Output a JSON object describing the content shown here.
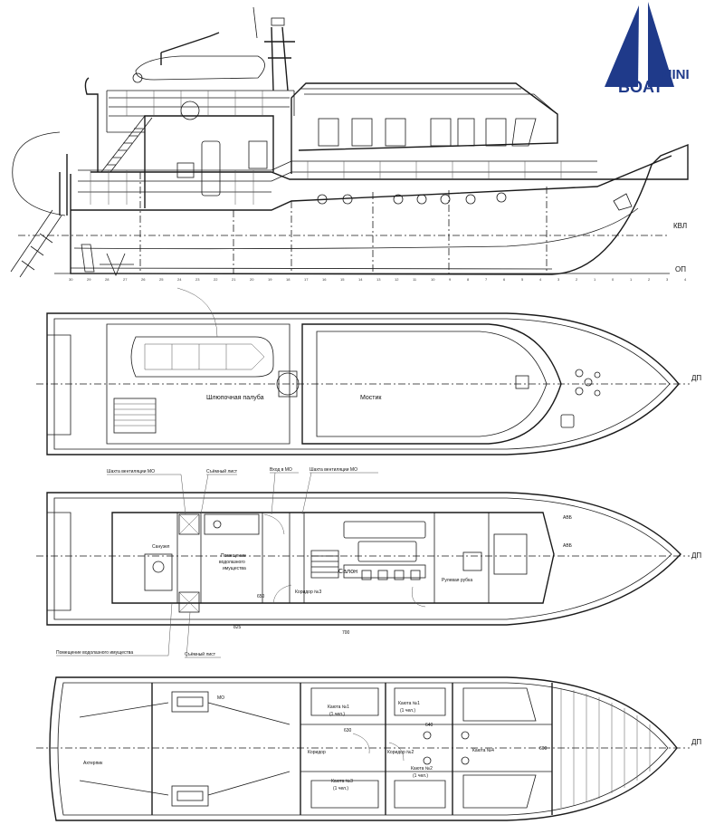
{
  "logo": {
    "word_top": "MINI",
    "word_bottom": "BOAT",
    "color": "#1f3a8a"
  },
  "profile_view": {
    "waterline_label": "КВЛ",
    "baseline_label": "ОП",
    "frame_numbers": [
      "30",
      "29",
      "28",
      "27",
      "26",
      "25",
      "24",
      "23",
      "22",
      "21",
      "20",
      "19",
      "18",
      "17",
      "16",
      "15",
      "14",
      "13",
      "12",
      "11",
      "10",
      "9",
      "8",
      "7",
      "6",
      "5",
      "4",
      "3",
      "2",
      "1",
      "0",
      "1",
      "2",
      "3",
      "4"
    ]
  },
  "bridge_deck_plan": {
    "centerline_label": "ДП",
    "labels": {
      "boat_deck": "Шлюпочная палуба",
      "bridge": "Мостик"
    }
  },
  "main_deck_plan": {
    "centerline_label": "ДП",
    "labels": {
      "vent_shaft_left": "Шахта вентиляции МО",
      "removable_sheet_top": "Съёмный лист",
      "entrance_mo": "Вход в МО",
      "vent_shaft_right": "Шахта вентиляции МО",
      "sanuzel": "Санузел",
      "room_a": "Помещение",
      "room_b": "водолазного",
      "room_c": "имущества",
      "salon": "Салон",
      "corridor3": "Коридор №3",
      "wheelhouse": "Рулевая рубка",
      "diving_room": "Помещение водолазного имущества",
      "removable_sheet_bottom": "Съёмный лист",
      "dim_650": "650",
      "dim_825": "825",
      "dim_700": "700",
      "nav_a": "АВБ",
      "nav_b": "АВБ"
    }
  },
  "lower_deck_plan": {
    "centerline_label": "ДП",
    "labels": {
      "engine_room": "МО",
      "aft_peak": "Ахтерпик",
      "cabin1a": "Каюта №1",
      "cabin1a_sub": "(1 чел.)",
      "corridor": "Коридор",
      "cabin3": "Каюта №3",
      "cabin3_sub": "(1 чел.)",
      "cabin1b": "Каюта №1",
      "cabin1b_sub": "(1 чел.)",
      "corridor2": "Коридор №2",
      "cabin2": "Каюта №2",
      "cabin2_sub": "(1 чел.)",
      "cabin4": "Каюта №4",
      "dim_630": "630",
      "dim_640": "640",
      "dim_600": "600"
    }
  }
}
